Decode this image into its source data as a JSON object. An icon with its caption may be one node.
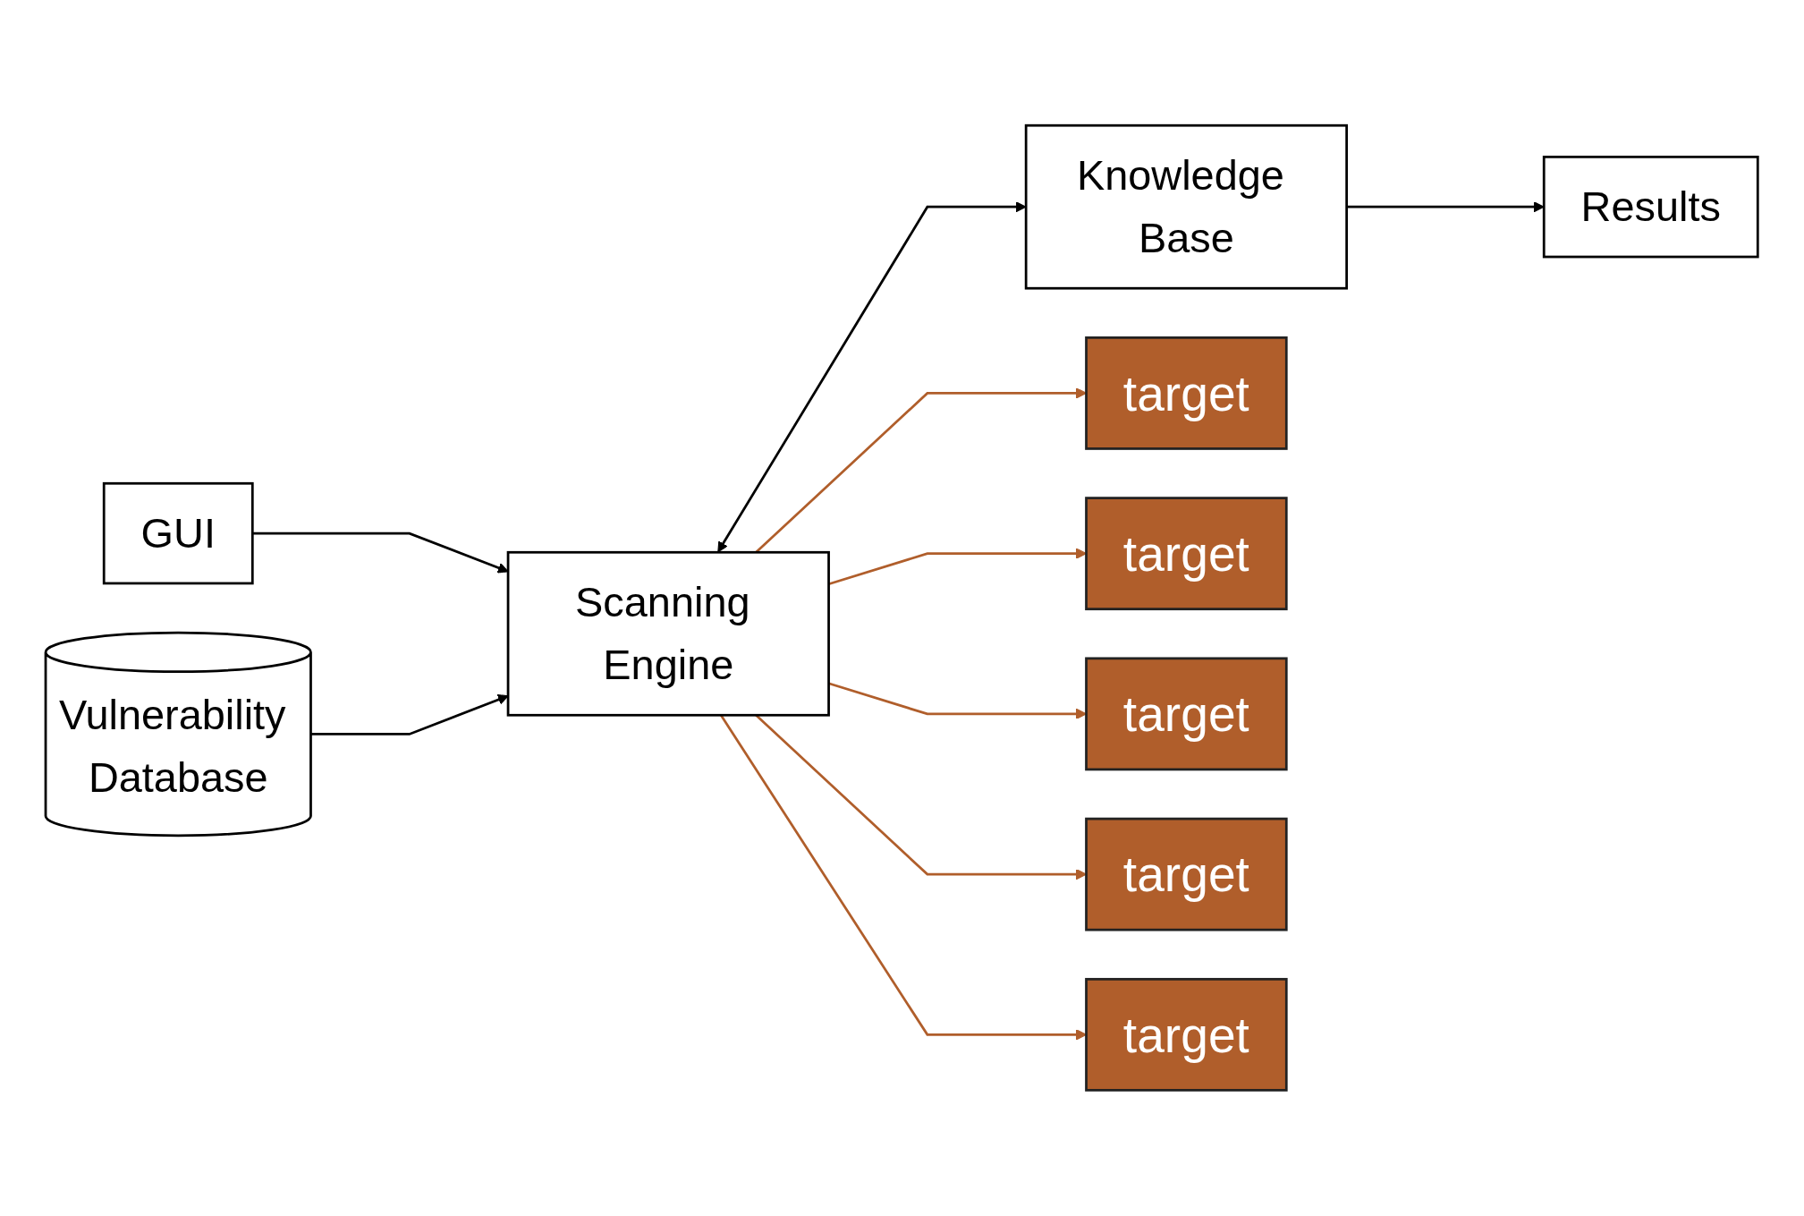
{
  "diagram": {
    "nodes": [
      {
        "text": [
          "GUI"
        ]
      },
      {
        "text": [
          "Vulnerability Database"
        ]
      },
      {
        "text": [
          "Scanning Engine"
        ]
      },
      {
        "text": [
          "Knowledge Base"
        ]
      },
      {
        "text": [
          "Results"
        ]
      },
      {
        "text": [
          "target"
        ]
      },
      {
        "text": [
          "target"
        ]
      },
      {
        "text": [
          "target"
        ]
      },
      {
        "text": [
          "target"
        ]
      },
      {
        "text": [
          "target"
        ]
      }
    ],
    "edges": [
      {
        "from": 0,
        "to": 2,
        "arrow": "to",
        "color": "#000000"
      },
      {
        "from": 1,
        "to": 2,
        "arrow": "to",
        "color": "#000000"
      },
      {
        "from": 2,
        "to": 3,
        "arrow": "both",
        "color": "#000000"
      },
      {
        "from": 3,
        "to": 4,
        "arrow": "to",
        "color": "#000000"
      },
      {
        "from": 2,
        "to": 5,
        "arrow": "to",
        "color": "#b05e2b"
      },
      {
        "from": 2,
        "to": 6,
        "arrow": "to",
        "color": "#b05e2b"
      },
      {
        "from": 2,
        "to": 7,
        "arrow": "to",
        "color": "#b05e2b"
      },
      {
        "from": 2,
        "to": 8,
        "arrow": "to",
        "color": "#b05e2b"
      },
      {
        "from": 2,
        "to": 9,
        "arrow": "to",
        "color": "#b05e2b"
      }
    ]
  }
}
